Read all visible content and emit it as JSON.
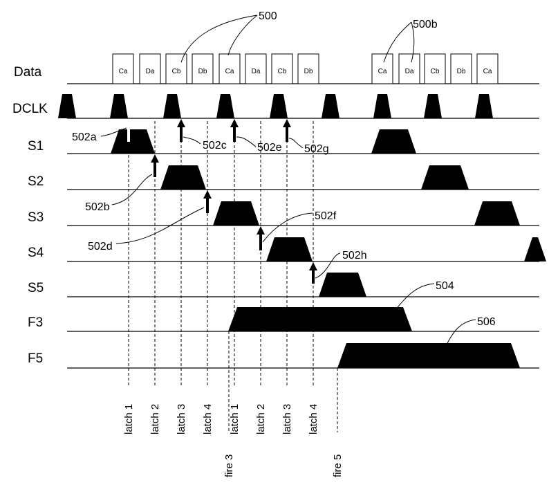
{
  "signals": [
    "Data",
    "DCLK",
    "S1",
    "S2",
    "S3",
    "S4",
    "S5",
    "F3",
    "F5"
  ],
  "data_cells": [
    "Ca",
    "Da",
    "Cb",
    "Db",
    "Ca",
    "Da",
    "Cb",
    "Db",
    "Ca",
    "Da",
    "Cb",
    "Db",
    "Ca"
  ],
  "refs": {
    "r500": "500",
    "r500b": "500b",
    "r502a": "502a",
    "r502b": "502b",
    "r502c": "502c",
    "r502d": "502d",
    "r502e": "502e",
    "r502f": "502f",
    "r502g": "502g",
    "r502h": "502h",
    "r504": "504",
    "r506": "506"
  },
  "markers": [
    "latch 1",
    "latch 2",
    "latch 3",
    "latch 4",
    "fire 3",
    "latch 1",
    "latch 2",
    "latch 3",
    "latch 4",
    "fire 5"
  ]
}
